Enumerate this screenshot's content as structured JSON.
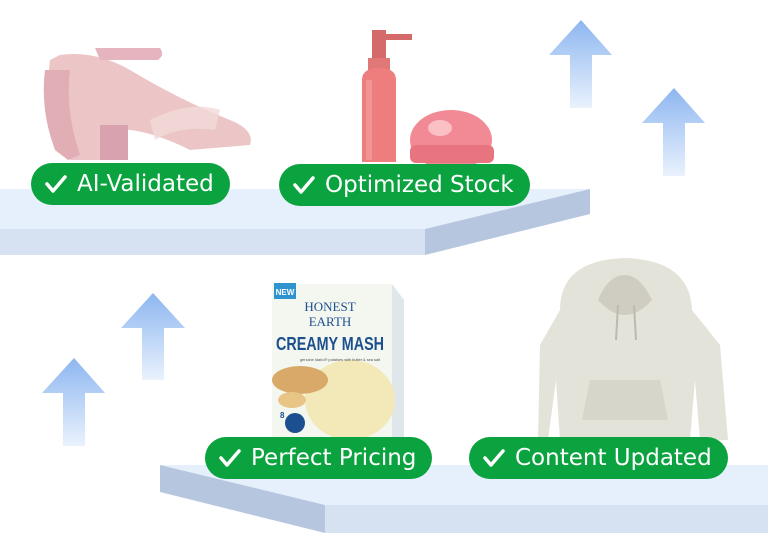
{
  "badges": {
    "ai_validated": "AI-Validated",
    "optimized_stock": "Optimized Stock",
    "perfect_pricing": "Perfect Pricing",
    "content_updated": "Content Updated"
  },
  "product_box": {
    "new_tag": "NEW",
    "brand_line1": "HONEST",
    "brand_line2": "EARTH",
    "name": "CREAMY MASH",
    "subtitle": "genuine Idaho® potatoes with butter & sea salt",
    "servings": "8"
  },
  "colors": {
    "badge_green": "#0aa33f",
    "shelf_top": "#e6f0fc",
    "shelf_front": "#d6e2f2",
    "shelf_side": "#b6c6df",
    "arrow_blue": "#9fc2f2"
  },
  "icons": [
    "check-icon",
    "arrow-up-icon"
  ]
}
